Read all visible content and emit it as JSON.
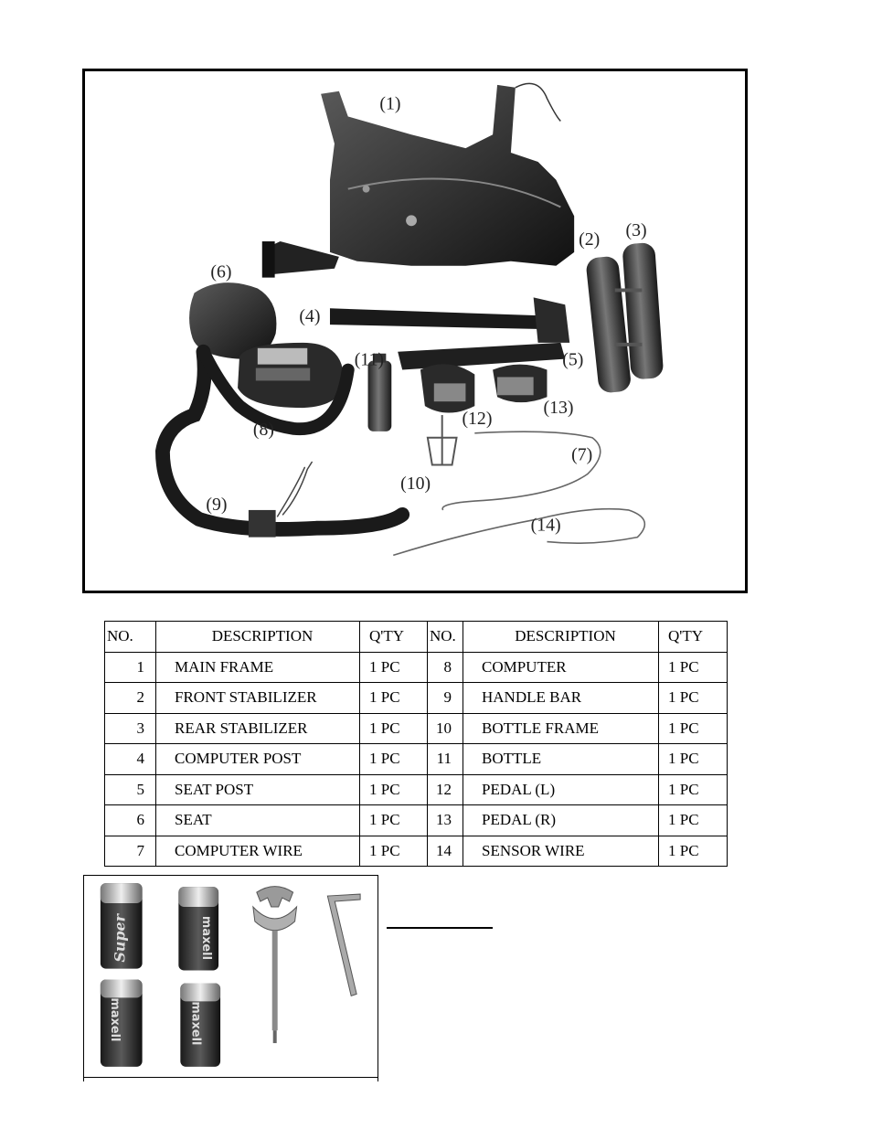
{
  "callouts": [
    "(1)",
    "(2)",
    "(3)",
    "(4)",
    "(5)",
    "(6)",
    "(7)",
    "(8)",
    "(9)",
    "(10)",
    "(11)",
    "(12)",
    "(13)",
    "(14)"
  ],
  "table": {
    "headers": [
      "NO.",
      "DESCRIPTION",
      "Q'TY",
      "NO.",
      "DESCRIPTION",
      "Q'TY"
    ],
    "rows": [
      [
        "1",
        "MAIN FRAME",
        "1 PC",
        "8",
        "COMPUTER",
        "1 PC"
      ],
      [
        "2",
        "FRONT STABILIZER",
        "1 PC",
        "9",
        "HANDLE BAR",
        "1 PC"
      ],
      [
        "3",
        "REAR STABILIZER",
        "1 PC",
        "10",
        "BOTTLE FRAME",
        "1 PC"
      ],
      [
        "4",
        "COMPUTER POST",
        "1 PC",
        "11",
        "BOTTLE",
        "1 PC"
      ],
      [
        "5",
        "SEAT POST",
        "1 PC",
        "12",
        "PEDAL (L)",
        "1 PC"
      ],
      [
        "6",
        "SEAT",
        "1 PC",
        "13",
        "PEDAL (R)",
        "1 PC"
      ],
      [
        "7",
        "COMPUTER WIRE",
        "1 PC",
        "14",
        "SENSOR WIRE",
        "1 PC"
      ]
    ]
  },
  "battery_labels": {
    "brand_a": "Super",
    "brand_b": "maxell"
  }
}
